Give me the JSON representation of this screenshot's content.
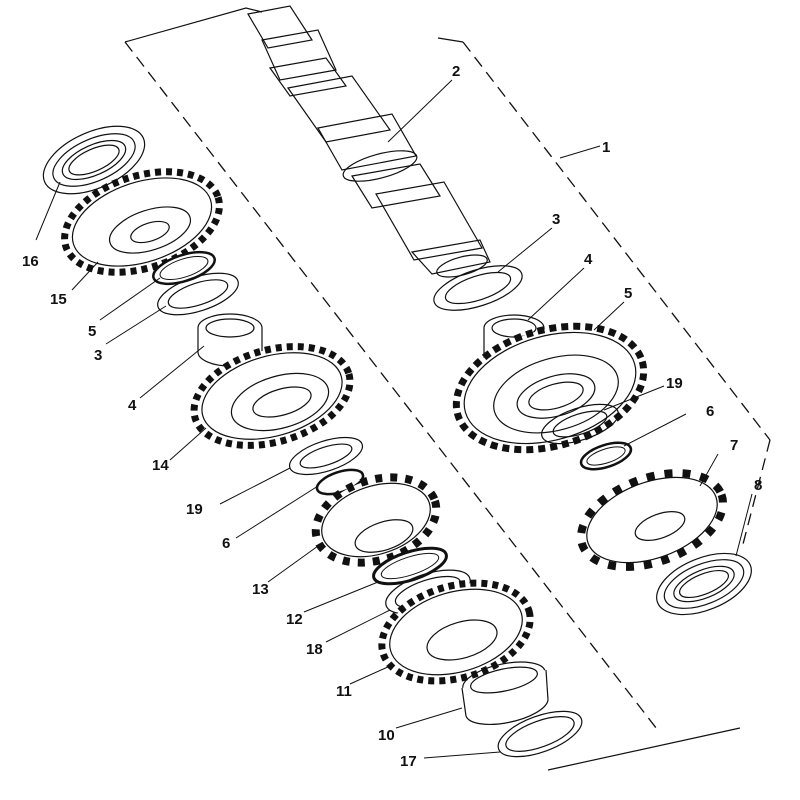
{
  "labels": {
    "l1": "1",
    "l2": "2",
    "l3a": "3",
    "l4a": "4",
    "l5a": "5",
    "l19a": "19",
    "l6a": "6",
    "l7": "7",
    "l8": "8",
    "l16": "16",
    "l15": "15",
    "l5b": "5",
    "l3b": "3",
    "l4b": "4",
    "l14": "14",
    "l19b": "19",
    "l6b": "6",
    "l13": "13",
    "l12": "12",
    "l18": "18",
    "l11": "11",
    "l10": "10",
    "l17": "17"
  }
}
